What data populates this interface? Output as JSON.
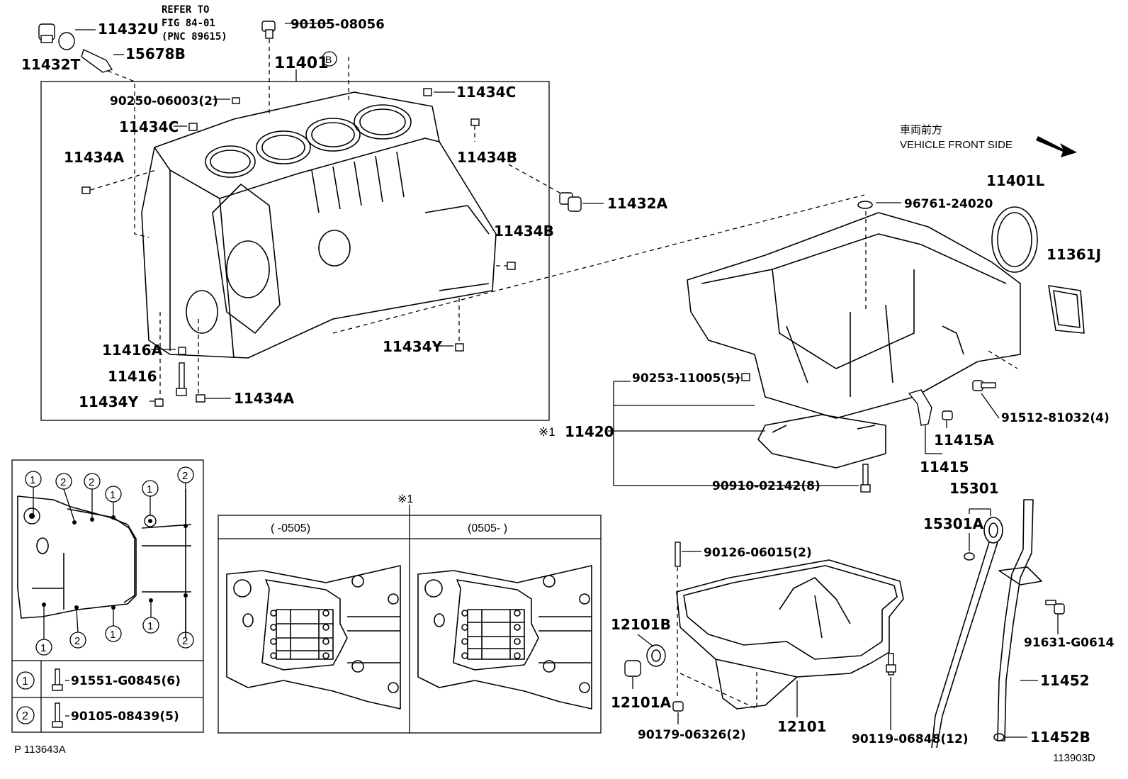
{
  "diagram": {
    "callouts": {
      "p11432U": "11432U",
      "p11432T": "11432T",
      "p15678B": "15678B",
      "refer1": "REFER TO",
      "refer2": "FIG 84-01",
      "refer3": "(PNC 89615)",
      "p90105_08056": "90105-08056",
      "markerB": "B",
      "p11401": "11401",
      "p90250": "90250-06003(2)",
      "p11434C_top": "11434C",
      "p11434C_left": "11434C",
      "p11434A_left": "11434A",
      "p11434B_top": "11434B",
      "p11432A": "11432A",
      "p11434B_right": "11434B",
      "p11416A": "11416A",
      "p11416": "11416",
      "p11434Y_left": "11434Y",
      "p11434A_bottom": "11434A",
      "p11434Y_right": "11434Y",
      "front_jp": "車両前方",
      "front_en": "VEHICLE FRONT SIDE",
      "p11401L": "11401L",
      "p96761": "96761-24020",
      "p11361J": "11361J",
      "p90253": "90253-11005(5)",
      "ref1_mark": "※1",
      "p11420": "11420",
      "p91512": "91512-81032(4)",
      "p11415A": "11415A",
      "p11415": "11415",
      "p90910": "90910-02142(8)",
      "p15301": "15301",
      "p15301A": "15301A",
      "p90126": "90126-06015(2)",
      "p12101B": "12101B",
      "p91631": "91631-G0614",
      "p11452": "11452",
      "p12101A": "12101A",
      "p90179": "90179-06326(2)",
      "p12101": "12101",
      "p90119": "90119-06848(12)",
      "p11452B": "11452B",
      "ref_top_mark": "※1",
      "col1_header": "(     -0505)",
      "col2_header": "(0505-     )",
      "fig_left": "P 113643A",
      "fig_right": "113903D"
    },
    "bolt_table": {
      "rows": [
        {
          "mark": "1",
          "part": "91551-G0845(6)"
        },
        {
          "mark": "2",
          "part": "90105-08439(5)"
        }
      ]
    },
    "circle_marks": [
      "1",
      "2",
      "2",
      "1",
      "1",
      "2",
      "1",
      "2",
      "1",
      "1",
      "2"
    ]
  }
}
